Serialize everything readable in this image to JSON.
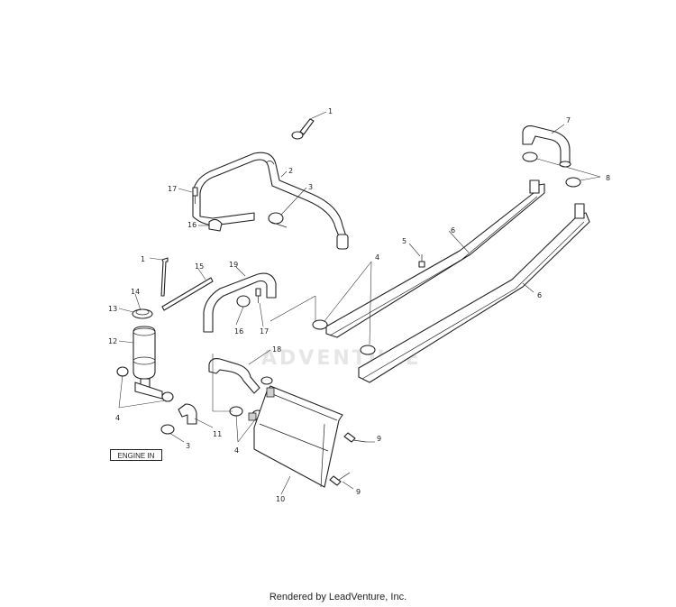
{
  "diagram": {
    "callouts": [
      "1",
      "2",
      "3",
      "17",
      "16",
      "7",
      "8",
      "6",
      "5",
      "4",
      "1",
      "15",
      "19",
      "14",
      "13",
      "12",
      "16",
      "17",
      "18",
      "4",
      "3",
      "11",
      "6",
      "10",
      "9",
      "9",
      "4"
    ],
    "engine_label": "ENGINE IN",
    "watermark": "ADVENTURE"
  },
  "footer": {
    "text": "Rendered by LeadVenture, Inc."
  }
}
